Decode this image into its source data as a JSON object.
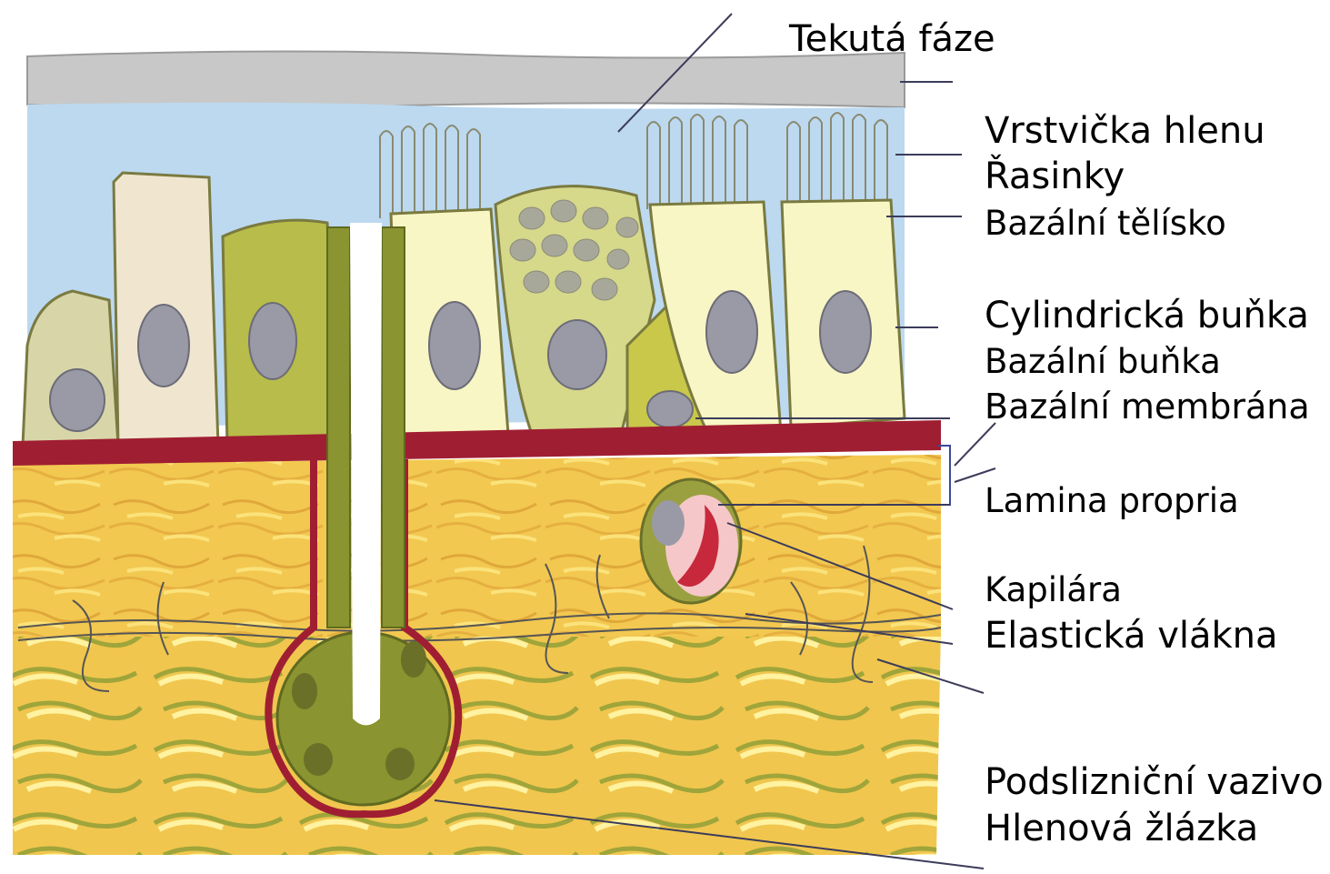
{
  "labels": {
    "tekuta_faze": "Tekutá fáze",
    "vrstvicka_hlenu": "Vrstvička hlenu",
    "rasinky": "Řasinky",
    "bazalni_telisko": "Bazální tělísko",
    "cylindricka_bunka": "Cylindrická buňka",
    "bazalni_bunka": "Bazální buňka",
    "bazalni_membrana": "Bazální membrána",
    "lamina_propria": "Lamina propria",
    "kapilara": "Kapilára",
    "elasticka_vlakna": "Elastická vlákna",
    "podslizmicni_vazivo": "Podslizniční vazivo",
    "hlenova_zlazka": "Hlenová žlázka"
  },
  "colors": {
    "mucus": "#c8c8c8",
    "fluid": "#bcd9f0",
    "membrane": "#a01e32",
    "lamina": "#f2c850",
    "submucosa": "#f0c64e",
    "cell_pale": "#f8f6c4",
    "cell_olive": "#a8aa3a",
    "gland": "#8a9430",
    "nucleus": "#9a9aa6",
    "blood": "#c8283c",
    "leader": "#3c3c5a"
  }
}
